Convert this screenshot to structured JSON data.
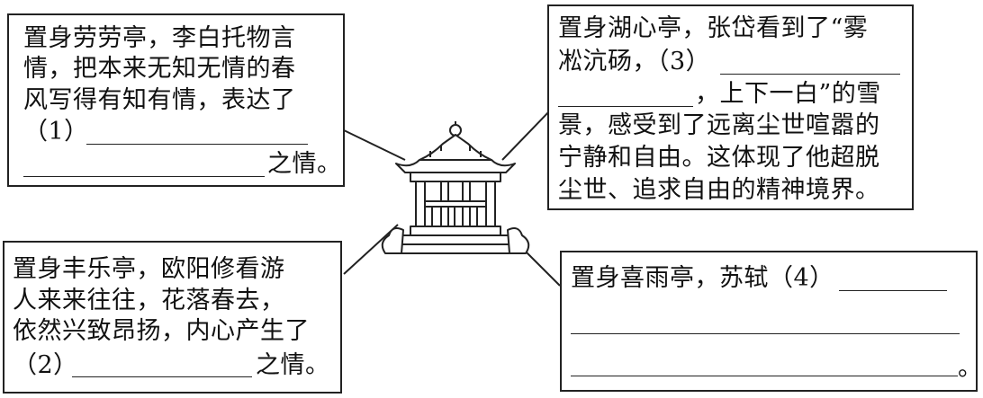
{
  "box1": {
    "lines": [
      "置身劳劳亭，李白托物言",
      "情，把本来无知无情的春",
      "风写得有知有情，表达了",
      "（1）",
      "之情。"
    ]
  },
  "box2": {
    "lines": [
      "置身湖心亭，张岱看到了“雾",
      "凇沆砀，（3）",
      "，上下一白”的雪",
      "景，感受到了远离尘世喧嚣的",
      "宁静和自由。这体现了他超脱",
      "尘世、追求自由的精神境界。"
    ]
  },
  "box3": {
    "lines": [
      "置身丰乐亭，欧阳修看游",
      "人来来往往，花落春去，",
      "依然兴致昂扬，内心产生了",
      "（2）",
      "之情。"
    ]
  },
  "box4": {
    "lines": [
      "置身喜雨亭，苏轼（4）",
      "。"
    ]
  },
  "icon": "pavilion-icon"
}
